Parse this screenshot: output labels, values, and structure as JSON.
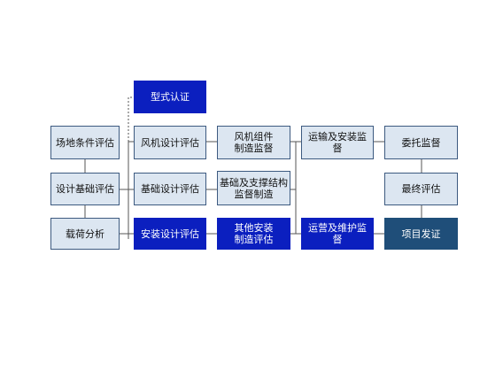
{
  "colors": {
    "box_fill": "#dce6f1",
    "box_border": "#3d5a80",
    "highlight_blue": "#0b1fbf",
    "final_navy": "#1f4e79",
    "connector": "#555555"
  },
  "diagram": {
    "nodes": {
      "type_certification": "型式认证",
      "site_conditions": "场地条件评估",
      "design_basis": "设计基础评估",
      "load_analysis": "载荷分析",
      "turbine_design": "风机设计评估",
      "foundation_design": "基础设计评估",
      "installation_design": "安装设计评估",
      "turbine_manufacturing": "风机组件\n制造监督",
      "foundation_support_manufacturing": "基础及支撑结构\n监督制造",
      "other_installation_manufacturing": "其他安装\n制造评估",
      "transport_installation": "运输及安装监督",
      "operation_maintenance": "运营及维护监督",
      "commissioning": "委托监督",
      "final_evaluation": "最终评估",
      "project_certificate": "项目发证"
    }
  }
}
